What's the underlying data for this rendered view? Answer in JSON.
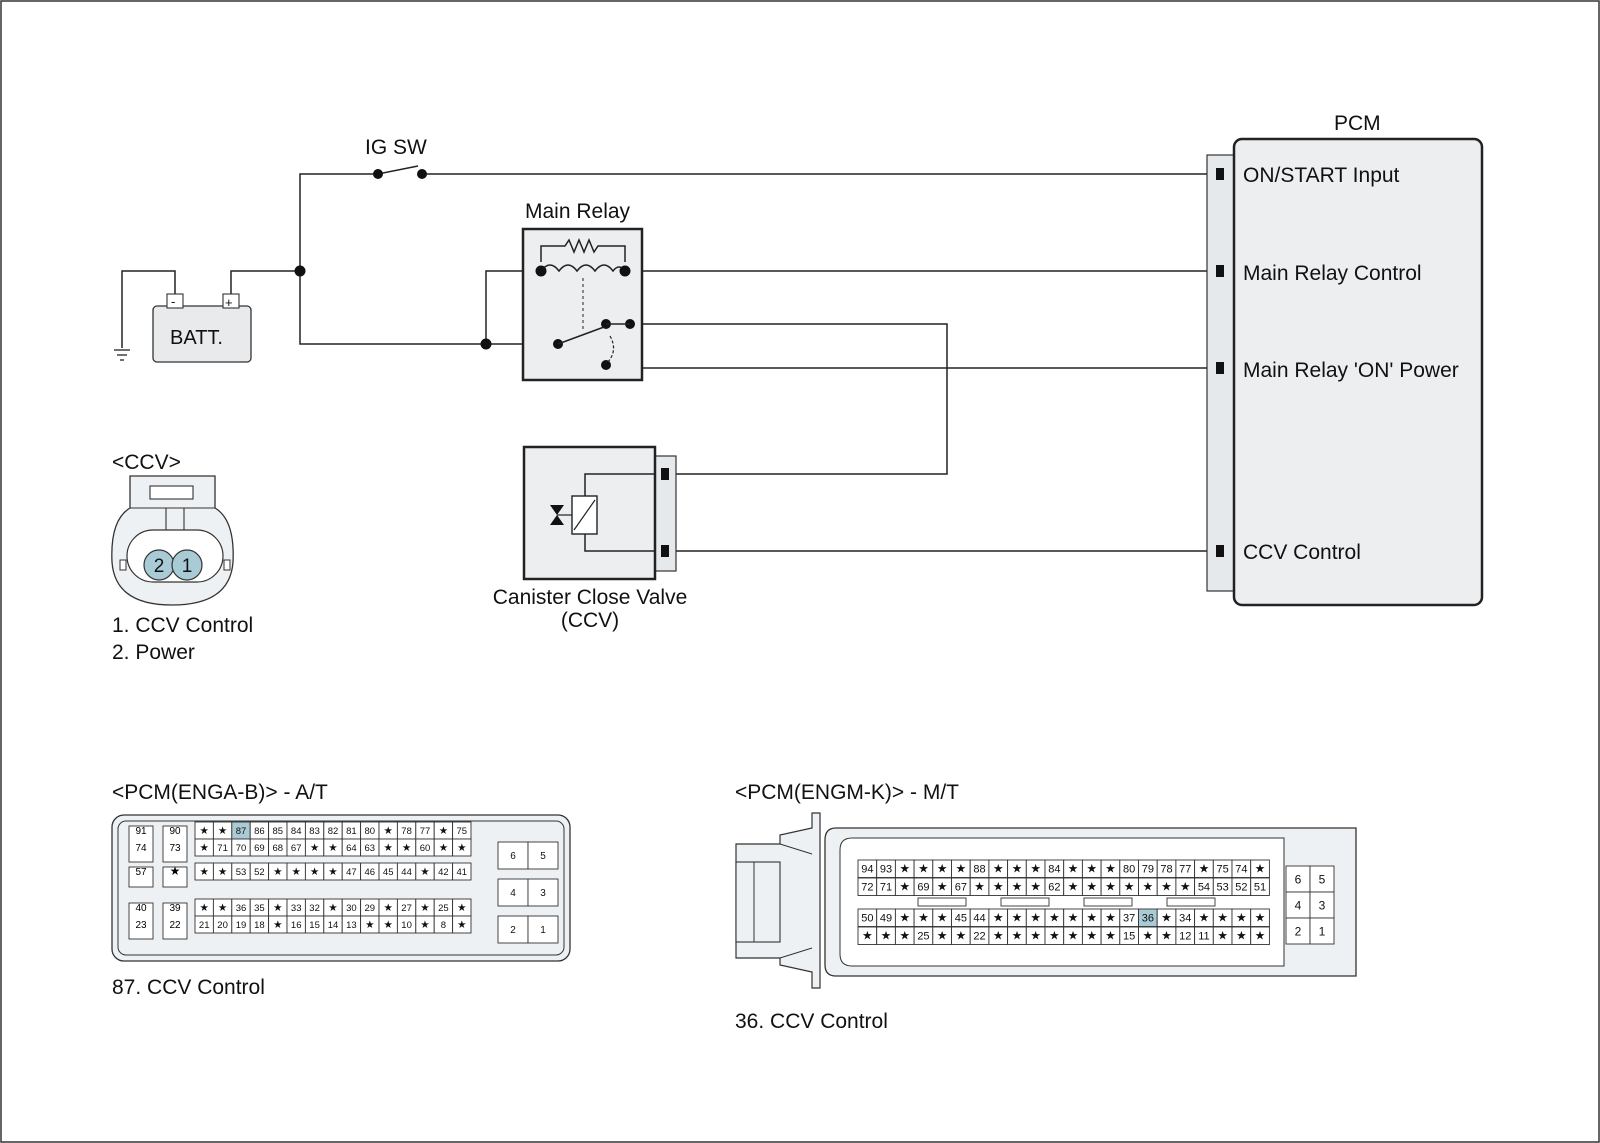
{
  "schematic": {
    "ig_sw": "IG SW",
    "battery": "BATT.",
    "battery_neg": "-",
    "battery_pos": "+",
    "main_relay": "Main Relay",
    "ccv_component": [
      "Canister Close Valve",
      "(CCV)"
    ],
    "pcm": {
      "title": "PCM",
      "terminals": [
        "ON/START Input",
        "Main Relay Control",
        "Main Relay 'ON' Power",
        "CCV Control"
      ]
    }
  },
  "ccv_connector": {
    "title": "<CCV>",
    "pins": [
      "2",
      "1"
    ],
    "legend": [
      "1. CCV Control",
      "2. Power"
    ]
  },
  "pcm_at": {
    "title": "<PCM(ENGA-B)> - A/T",
    "pair_blocks": [
      [
        [
          "91",
          "74"
        ],
        [
          "90",
          "73"
        ]
      ],
      [
        [
          "57"
        ],
        [
          "★"
        ]
      ],
      [
        [
          "40",
          "23"
        ],
        [
          "39",
          "22"
        ]
      ]
    ],
    "main_rows": [
      [
        "★",
        "★",
        "87",
        "86",
        "85",
        "84",
        "83",
        "82",
        "81",
        "80",
        "★",
        "78",
        "77",
        "★",
        "75"
      ],
      [
        "★",
        "71",
        "70",
        "69",
        "68",
        "67",
        "★",
        "★",
        "64",
        "63",
        "★",
        "★",
        "60",
        "★",
        "★"
      ],
      [
        "★",
        "★",
        "53",
        "52",
        "★",
        "★",
        "★",
        "★",
        "47",
        "46",
        "45",
        "44",
        "★",
        "42",
        "41"
      ],
      [
        "★",
        "★",
        "36",
        "35",
        "★",
        "33",
        "32",
        "★",
        "30",
        "29",
        "★",
        "27",
        "★",
        "25",
        "★"
      ],
      [
        "21",
        "20",
        "19",
        "18",
        "★",
        "16",
        "15",
        "14",
        "13",
        "★",
        "★",
        "10",
        "★",
        "8",
        "★"
      ]
    ],
    "right_pins": [
      [
        "6",
        "5"
      ],
      [
        "4",
        "3"
      ],
      [
        "2",
        "1"
      ]
    ],
    "highlight": "87",
    "legend": "87. CCV Control"
  },
  "pcm_mt": {
    "title": "<PCM(ENGM-K)> - M/T",
    "rows": [
      [
        "94",
        "93",
        "★",
        "★",
        "★",
        "★",
        "88",
        "★",
        "★",
        "★",
        "84",
        "★",
        "★",
        "★",
        "80",
        "79",
        "78",
        "77",
        "★",
        "75",
        "74",
        "★"
      ],
      [
        "72",
        "71",
        "★",
        "69",
        "★",
        "67",
        "★",
        "★",
        "★",
        "★",
        "62",
        "★",
        "★",
        "★",
        "★",
        "★",
        "★",
        "★",
        "54",
        "53",
        "52",
        "51"
      ],
      [
        "50",
        "49",
        "★",
        "★",
        "★",
        "45",
        "44",
        "★",
        "★",
        "★",
        "★",
        "★",
        "★",
        "★",
        "37",
        "36",
        "★",
        "34",
        "★",
        "★",
        "★",
        "★"
      ],
      [
        "★",
        "★",
        "★",
        "25",
        "★",
        "★",
        "22",
        "★",
        "★",
        "★",
        "★",
        "★",
        "★",
        "★",
        "15",
        "★",
        "★",
        "12",
        "11",
        "★",
        "★",
        "★"
      ]
    ],
    "right_pins": [
      [
        "6",
        "5"
      ],
      [
        "4",
        "3"
      ],
      [
        "2",
        "1"
      ]
    ],
    "highlight": "36",
    "legend": "36. CCV Control"
  },
  "colors": {
    "pin_highlight": "#a9cbd6",
    "connector_fill": "#eef1f3",
    "component_fill": "#eceef0"
  }
}
